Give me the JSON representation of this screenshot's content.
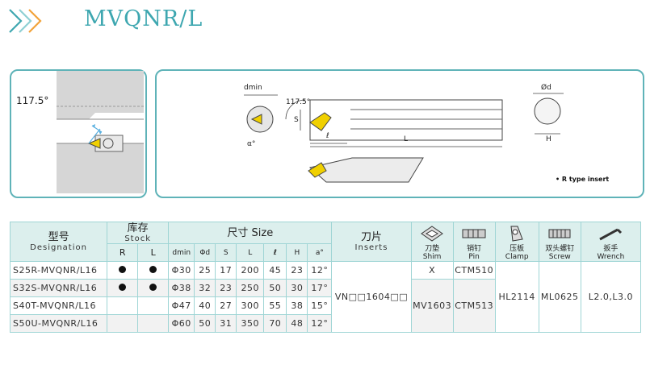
{
  "title": "MVQNR/L",
  "diagram": {
    "angle_left": "117.5°",
    "angle_right": "117.5°",
    "dmin": "dmin",
    "S": "S",
    "l": "ℓ",
    "L": "L",
    "phi_d": "Ød",
    "H": "H",
    "f": "α°",
    "note": "• R type insert"
  },
  "table": {
    "header": {
      "designation_cn": "型号",
      "designation_en": "Designation",
      "stock_cn": "库存",
      "stock_en": "Stock",
      "size_label": "尺寸 Size",
      "inserts_cn": "刀片",
      "inserts_en": "Inserts",
      "R": "R",
      "L": "L",
      "dims": [
        "dmin",
        "Φd",
        "S",
        "L",
        "ℓ",
        "H",
        "a°"
      ],
      "shim_cn": "刀垫",
      "shim_en": "Shim",
      "pin_cn": "销钉",
      "pin_en": "Pin",
      "clamp_cn": "压板",
      "clamp_en": "Clamp",
      "screw_cn": "双头螺钉",
      "screw_en": "Screw",
      "wrench_cn": "扳手",
      "wrench_en": "Wrench"
    },
    "rows": [
      {
        "designation": "S25R-MVQNR/L16",
        "R": true,
        "L": true,
        "dims": [
          "Φ30",
          "25",
          "17",
          "200",
          "45",
          "23",
          "12°"
        ],
        "shim": "X",
        "pin": "CTM510"
      },
      {
        "designation": "S32S-MVQNR/L16",
        "R": true,
        "L": true,
        "dims": [
          "Φ38",
          "32",
          "23",
          "250",
          "50",
          "30",
          "17°"
        ]
      },
      {
        "designation": "S40T-MVQNR/L16",
        "R": false,
        "L": false,
        "dims": [
          "Φ47",
          "40",
          "27",
          "300",
          "55",
          "38",
          "15°"
        ]
      },
      {
        "designation": "S50U-MVQNR/L16",
        "R": false,
        "L": false,
        "dims": [
          "Φ60",
          "50",
          "31",
          "350",
          "70",
          "48",
          "12°"
        ]
      }
    ],
    "merged": {
      "insert": "VN□□1604□□",
      "shim": "MV1603",
      "pin": "CTM513",
      "clamp": "HL2114",
      "screw": "ML0625",
      "wrench": "L2.0,L3.0"
    }
  },
  "colors": {
    "accent": "#3ea7b0",
    "border": "#5fb3b8",
    "header_bg": "#dcefed",
    "insert_yellow": "#f0d000"
  }
}
